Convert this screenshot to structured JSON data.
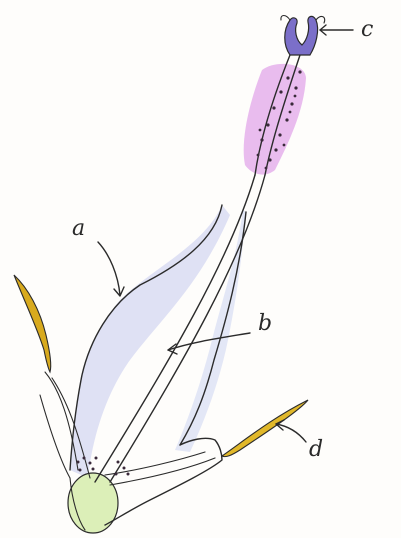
{
  "labels": {
    "a": "a",
    "b": "b",
    "c": "c",
    "d": "d"
  },
  "colors": {
    "stigma_purple": "#7b6fc9",
    "pollen_pink": "#d68ce0",
    "glume_blue": "#a9b4e4",
    "ovary_green": "#d9ecb0",
    "bract_yellow": "#d8aa1e",
    "ink": "#2b2b2b"
  },
  "icons": [
    "arrow-icon"
  ]
}
